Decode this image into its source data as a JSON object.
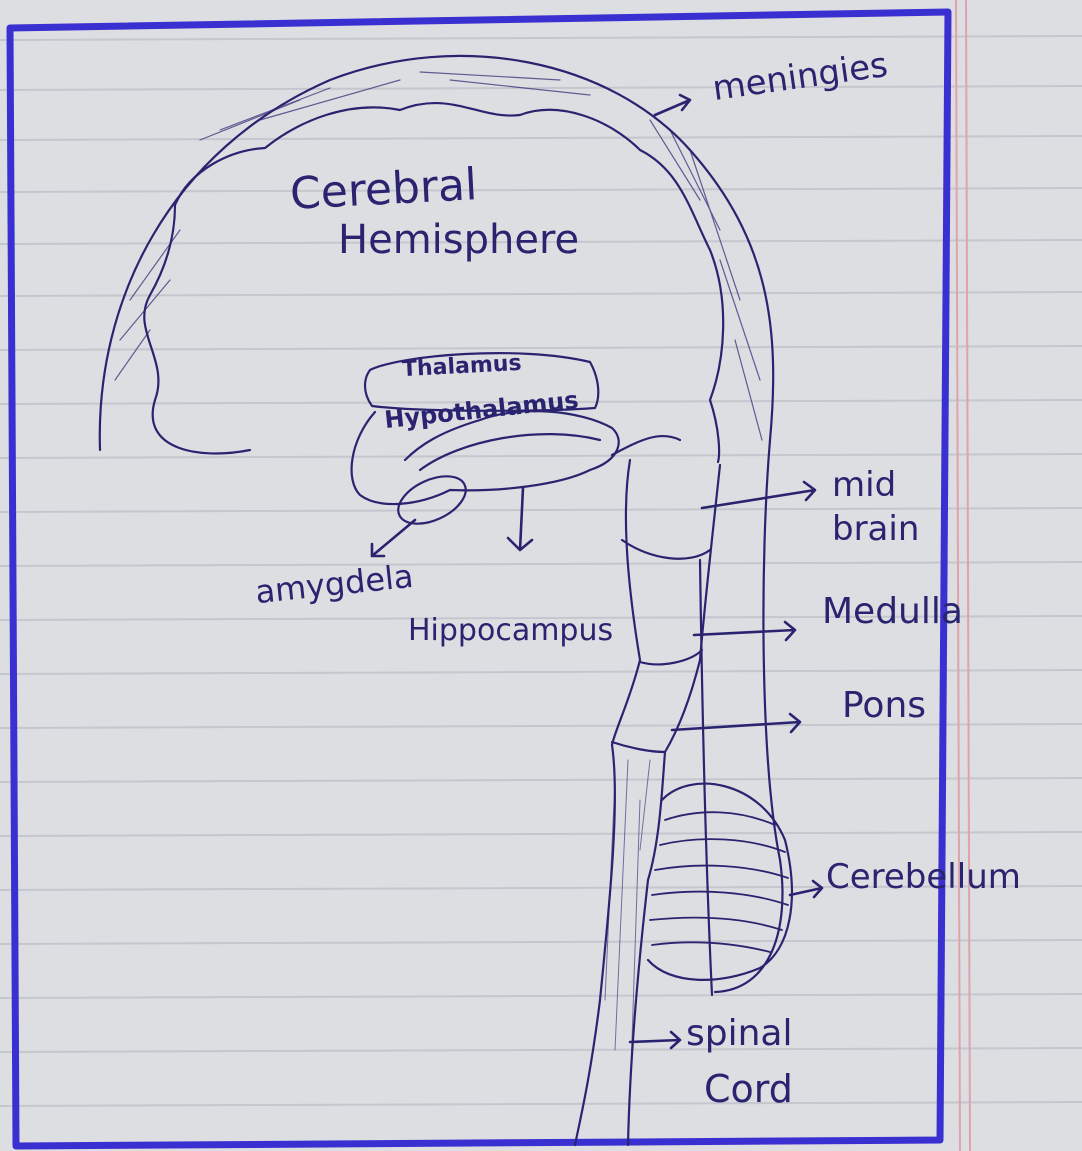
{
  "diagram": {
    "labels": {
      "cerebral": "Cerebral",
      "hemisphere": "Hemisphere",
      "thalamus": "Thalamus",
      "hypothalamus": "Hypothalamus",
      "amygdala": "amygdela",
      "hippocampus": "Hippocampus",
      "meninges": "meningies",
      "mid": "mid",
      "brain": "brain",
      "medulla": "Medulla",
      "pons": "Pons",
      "cerebellum": "Cerebellum",
      "spinal": "spinal",
      "cord": "Cord"
    },
    "colors": {
      "ink": "#2a2470",
      "border": "#3a2fd0",
      "paper": "#dfe1e4",
      "ruled_line": "#c4c8cf",
      "margin_line": "#e2a6ac"
    }
  }
}
